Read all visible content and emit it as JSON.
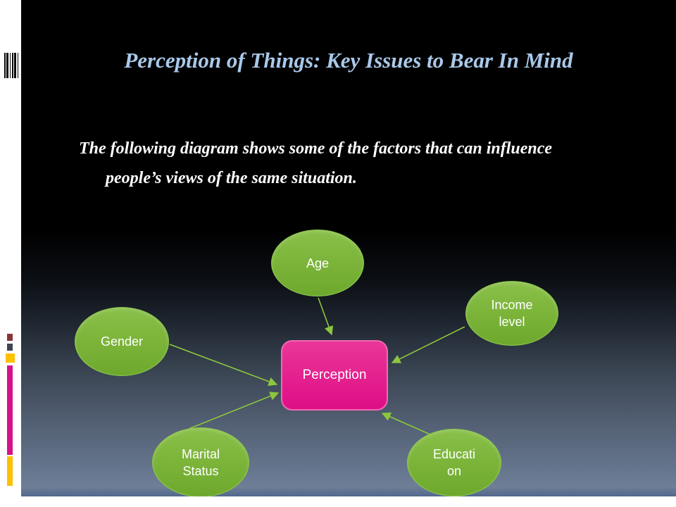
{
  "slide": {
    "title": "Perception of Things: Key Issues to Bear In Mind",
    "body": {
      "line1": "The following diagram shows some of the factors that can influence",
      "line2": "people’s views of the same situation."
    },
    "diagram": {
      "center": {
        "id": "perception",
        "lines": [
          "Perception"
        ]
      },
      "nodes": [
        {
          "id": "age",
          "lines": [
            "Age"
          ]
        },
        {
          "id": "income-level",
          "lines": [
            "Income",
            "level"
          ]
        },
        {
          "id": "gender",
          "lines": [
            "Gender"
          ]
        },
        {
          "id": "marital-status",
          "lines": [
            "Marital",
            "Status"
          ]
        },
        {
          "id": "education",
          "lines": [
            "Educati",
            "on"
          ]
        }
      ]
    },
    "colors": {
      "background_top": "#000000",
      "background_bottom": "#6e7e96",
      "title_text": "#a9c9ea",
      "body_text": "#ffffff",
      "node_green": "#7ab338",
      "center_pink": "#e2168c",
      "arrow_green": "#8cc63f",
      "accent_magenta_bar": "#d8118a",
      "accent_yellow_bar": "#ffc000",
      "accent_maroon_square": "#8b3337",
      "accent_gray_square": "#3f4550"
    }
  }
}
